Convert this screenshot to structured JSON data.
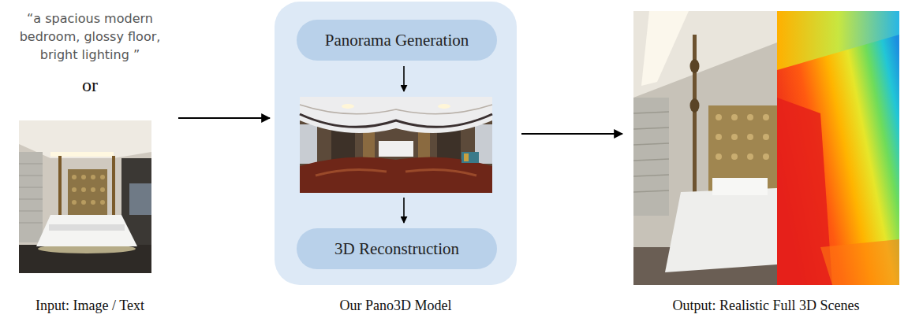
{
  "diagram": {
    "nodes": [
      {
        "text": [
          "“a spacious modern bedroom, glossy floor, bright lighting ”",
          "or",
          "Input: Image / Text"
        ]
      },
      {
        "text": [
          "Our Pano3D Model"
        ]
      },
      {
        "text": [
          "Panorama Generation"
        ],
        "in": 1
      },
      {
        "text": [
          "3D Reconstruction"
        ],
        "in": 1
      },
      {
        "text": [
          "Output: Realistic Full 3D Scenes"
        ]
      }
    ],
    "edges": [
      {
        "from": 0,
        "to": 1,
        "arrow": "to"
      },
      {
        "from": 1,
        "to": 4,
        "arrow": "to"
      }
    ]
  }
}
